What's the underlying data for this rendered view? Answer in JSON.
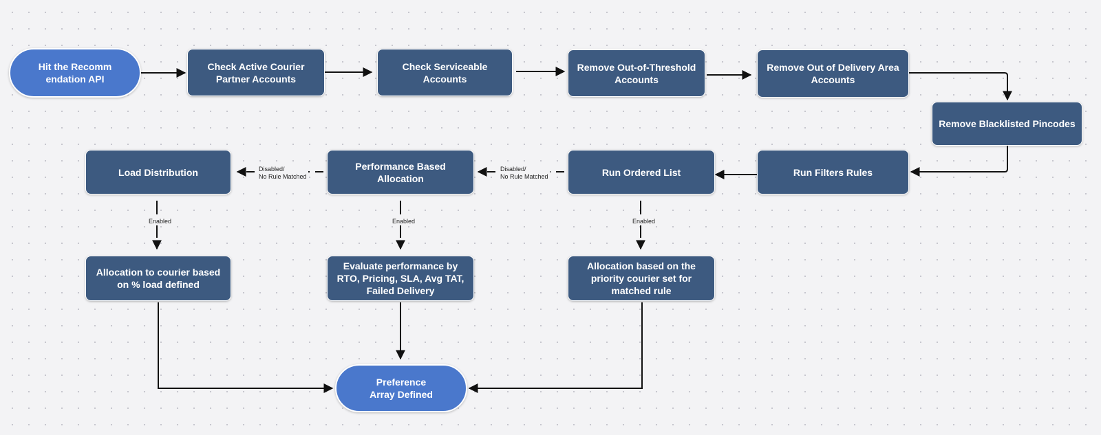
{
  "nodes": {
    "start": "Hit the Recomm\nendation API",
    "check_active": "Check Active Courier\nPartner Accounts",
    "check_serviceable": "Check Serviceable\nAccounts",
    "remove_threshold": "Remove Out-of-Threshold\nAccounts",
    "remove_delivery_area": "Remove Out of Delivery Area\nAccounts",
    "remove_blacklisted": "Remove Blacklisted Pincodes",
    "run_filters": "Run Filters Rules",
    "run_ordered_list": "Run Ordered List",
    "performance_based": "Performance Based\nAllocation",
    "load_distribution": "Load Distribution",
    "allocation_load": "Allocation to courier based\non % load defined",
    "evaluate_performance": "Evaluate performance by\nRTO, Pricing, SLA, Avg TAT,\nFailed Delivery",
    "allocation_priority": "Allocation based on the\npriority courier set for\nmatched rule",
    "preference_array": "Preference\nArray Defined"
  },
  "edge_labels": {
    "ordered_to_performance": "Disabled/\nNo Rule Matched",
    "performance_to_load": "Disabled/\nNo Rule Matched",
    "load_enabled": "Enabled",
    "performance_enabled": "Enabled",
    "ordered_enabled": "Enabled"
  },
  "colors": {
    "process_fill": "#3d5a80",
    "terminal_fill": "#4a78cc",
    "connector": "#111111",
    "canvas": "#f3f3f5"
  }
}
